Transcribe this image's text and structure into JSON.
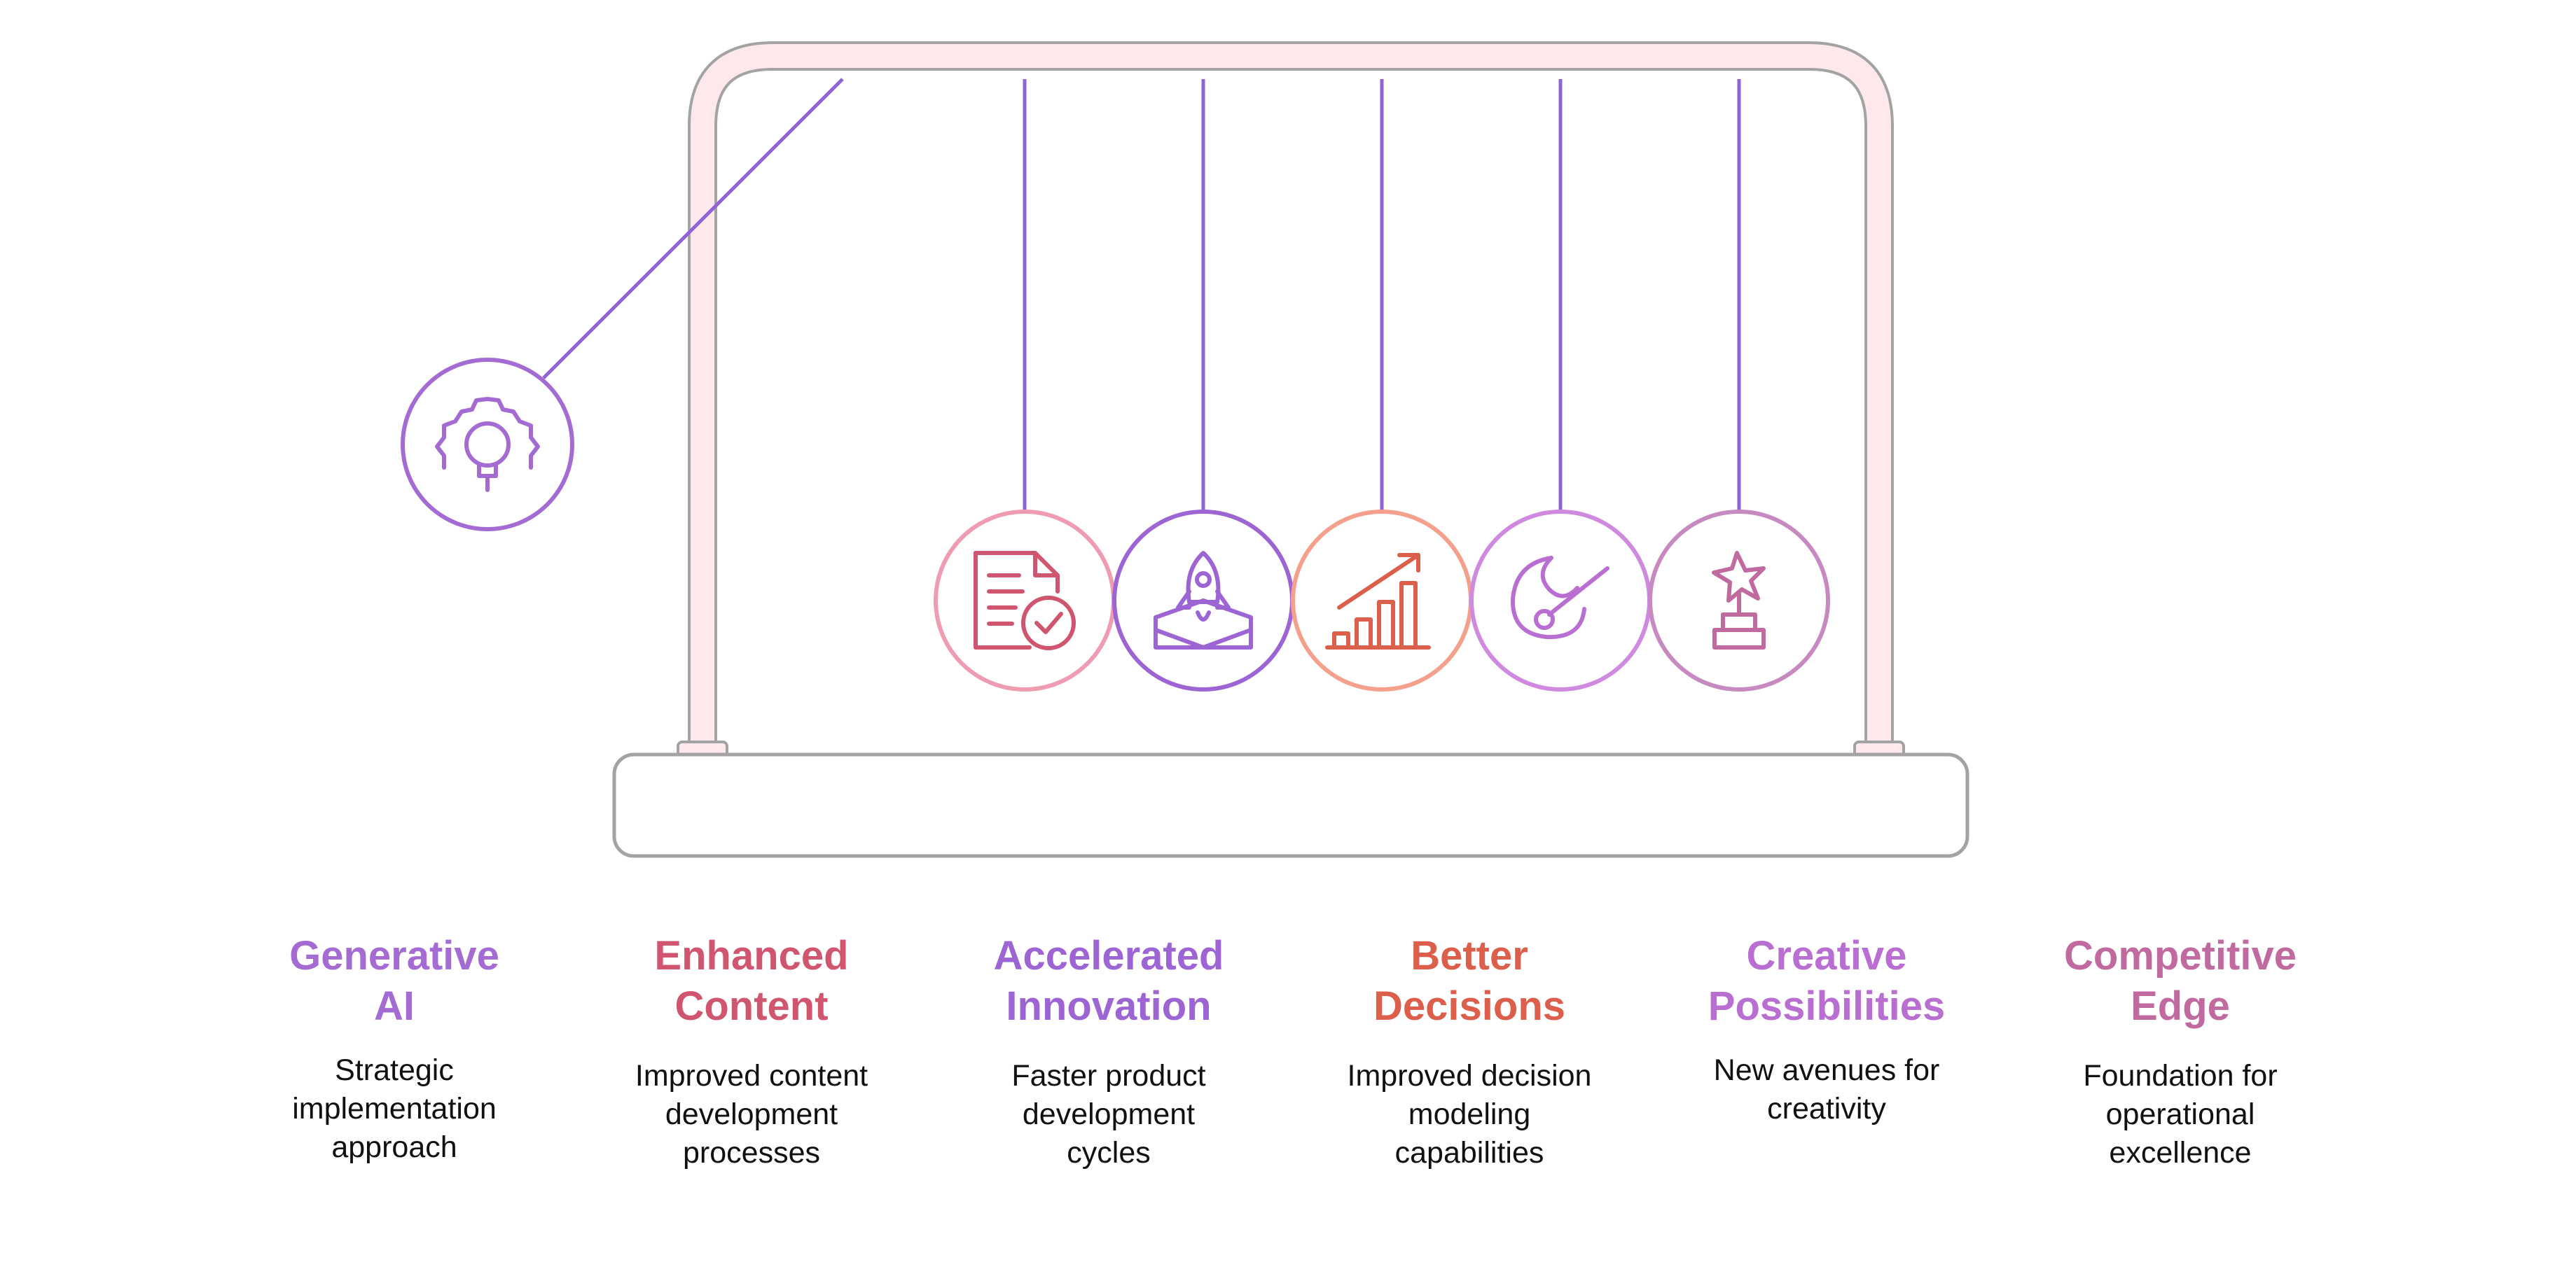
{
  "colors": {
    "frame_fill": "#fde8ec",
    "frame_stroke": "#a3a3a3",
    "string": "#8e63d6",
    "purple": "#a46bd2",
    "pink": "#d0566f",
    "violet": "#9d65d4",
    "coral": "#db5f4a",
    "orchid": "#b86fd1",
    "mauve": "#c06aa0"
  },
  "items": [
    {
      "icon": "gear-lightbulb-icon",
      "title_line1": "Generative",
      "title_line2": "AI",
      "desc_lines": [
        "Strategic",
        "implementation",
        "approach"
      ],
      "color": "#a46bd2",
      "ring": "#a46bd2"
    },
    {
      "icon": "document-check-icon",
      "title_line1": "Enhanced",
      "title_line2": "Content",
      "desc_lines": [
        "Improved content",
        "development",
        "processes"
      ],
      "color": "#d0566f",
      "ring": "#ef9bb2"
    },
    {
      "icon": "rocket-launch-icon",
      "title_line1": "Accelerated",
      "title_line2": "Innovation",
      "desc_lines": [
        "Faster product",
        "development",
        "cycles"
      ],
      "color": "#9d65d4",
      "ring": "#9d65d4"
    },
    {
      "icon": "growth-chart-icon",
      "title_line1": "Better",
      "title_line2": "Decisions",
      "desc_lines": [
        "Improved decision",
        "modeling",
        "capabilities"
      ],
      "color": "#db5f4a",
      "ring": "#f4a08c"
    },
    {
      "icon": "paint-palette-icon",
      "title_line1": "Creative",
      "title_line2": "Possibilities",
      "desc_lines": [
        "New avenues for",
        "creativity"
      ],
      "color": "#b86fd1",
      "ring": "#cf8ae0"
    },
    {
      "icon": "star-trophy-icon",
      "title_line1": "Competitive",
      "title_line2": "Edge",
      "desc_lines": [
        "Foundation for",
        "operational",
        "excellence"
      ],
      "color": "#c06aa0",
      "ring": "#c78ac0"
    }
  ]
}
